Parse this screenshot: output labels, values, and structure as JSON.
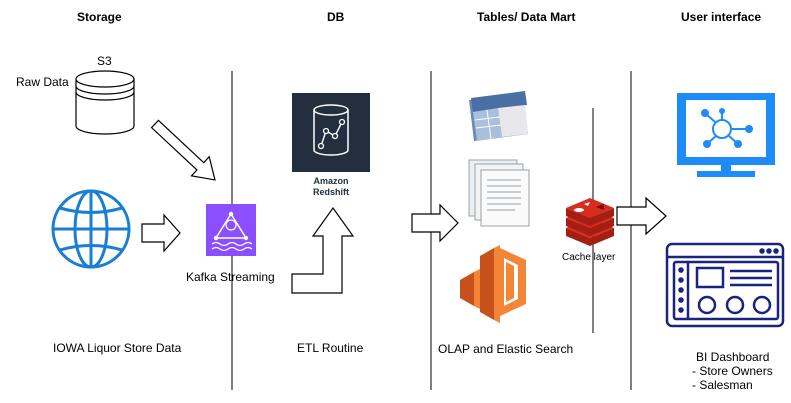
{
  "headers": {
    "storage": "Storage",
    "db": "DB",
    "tables": "Tables/ Data Mart",
    "ui": "User interface"
  },
  "storage": {
    "s3_label": "S3",
    "raw_data_label": "Raw Data",
    "iowa_label": "IOWA Liquor Store Data"
  },
  "kafka": {
    "label": "Kafka Streaming"
  },
  "db": {
    "redshift_line1": "Amazon",
    "redshift_line2": "Redshift",
    "etl_label": "ETL Routine"
  },
  "mart": {
    "olap_label": "OLAP and Elastic Search",
    "cache_label": "Cache layer"
  },
  "ui": {
    "bi_title": "BI Dashboard",
    "bi_item1": "- Store Owners",
    "bi_item2": "- Salesman"
  },
  "colors": {
    "globe": "#1a7fd4",
    "kafka": "#8c4fff",
    "redshift_bg": "#232f3e",
    "monitor": "#1d8cf8",
    "dashboard": "#1a237e",
    "redis": "#c6302b",
    "olap": "#f58536"
  }
}
